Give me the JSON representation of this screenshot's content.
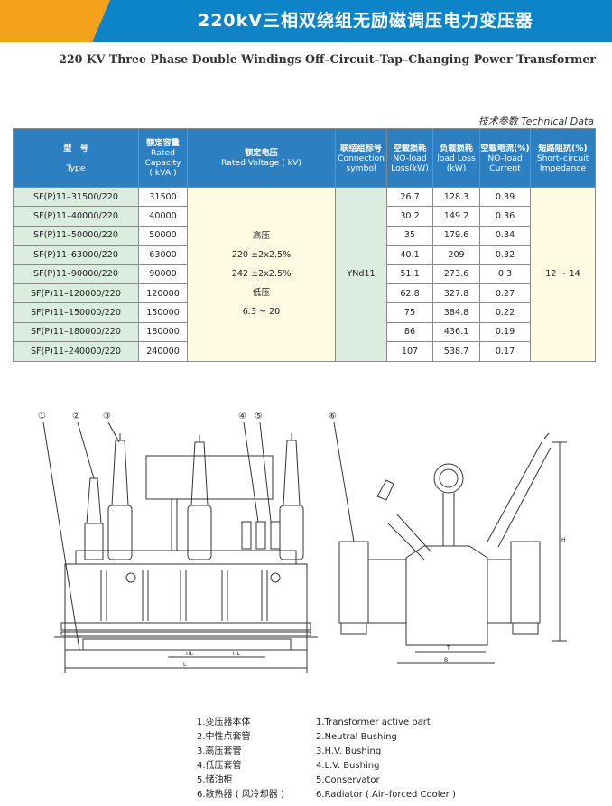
{
  "header": {
    "title_cn": "220kV三相双绕组无励磁调压电力变压器",
    "title_en": "220 KV Three Phase Double Windings Off–Circuit–Tap–Changing Power Transformer",
    "technical_data": "技术参数  Technical Data"
  },
  "table": {
    "headers": {
      "type_cn": "型　号",
      "type_en": "Type",
      "capacity_cn": "额定容量",
      "capacity_en1": "Rated",
      "capacity_en2": "Capacity",
      "capacity_en3": "( kVA )",
      "voltage_cn": "额定电压",
      "voltage_en": "Rated Voltage ( kV)",
      "connection_cn": "联结组标号",
      "connection_en1": "Connection",
      "connection_en2": "symbol",
      "noload_cn": "空载损耗",
      "noload_en1": "NO-load",
      "noload_en2": "Loss(kW)",
      "load_cn": "负载损耗",
      "load_en1": "load Loss",
      "load_en2": "(kW)",
      "current_cn": "空载电流(%)",
      "current_en1": "NO–load",
      "current_en2": "Current",
      "impedance_cn": "短路阻抗(%)",
      "impedance_en1": "Short–circuit",
      "impedance_en2": "Impedance"
    },
    "rows": [
      {
        "type": "SF(P)11–31500/220",
        "capacity": "31500",
        "noload": "26.7",
        "load": "128.3",
        "current": "0.39"
      },
      {
        "type": "SF(P)11–40000/220",
        "capacity": "40000",
        "noload": "30.2",
        "load": "149.2",
        "current": "0.36"
      },
      {
        "type": "SF(P)11–50000/220",
        "capacity": "50000",
        "noload": "35",
        "load": "179.6",
        "current": "0.34"
      },
      {
        "type": "SF(P)11–63000/220",
        "capacity": "63000",
        "noload": "40.1",
        "load": "209",
        "current": "0.32"
      },
      {
        "type": "SF(P)11–90000/220",
        "capacity": "90000",
        "noload": "51.1",
        "load": "273.6",
        "current": "0.3"
      },
      {
        "type": "SF(P)11–120000/220",
        "capacity": "120000",
        "noload": "62.8",
        "load": "327.8",
        "current": "0.27"
      },
      {
        "type": "SF(P)11–150000/220",
        "capacity": "150000",
        "noload": "75",
        "load": "384.8",
        "current": "0.22"
      },
      {
        "type": "SF(P)11–180000/220",
        "capacity": "180000",
        "noload": "86",
        "load": "436.1",
        "current": "0.19"
      },
      {
        "type": "SF(P)11–240000/220",
        "capacity": "240000",
        "noload": "107",
        "load": "538.7",
        "current": "0.17"
      }
    ],
    "voltage_lines": [
      "高压",
      "220 ±2x2.5%",
      "242 ±2x2.5%",
      "低压",
      "6.3 ~ 20"
    ],
    "connection": "YNd11",
    "impedance": "12 ~ 14"
  },
  "drawing": {
    "callouts": [
      "①",
      "②",
      "③",
      "④",
      "⑤",
      "⑥"
    ],
    "dims": {
      "hl": "HL",
      "l": "L",
      "t": "T",
      "b": "B",
      "h": "H"
    }
  },
  "legend": {
    "cn": [
      "1.变压器本体",
      "2.中性点套管",
      "3.高压套管",
      "4.低压套管",
      "5.储油柜",
      "6.散热器 ( 风冷却器 )"
    ],
    "en": [
      "1.Transformer active part",
      "2.Neutral Bushing",
      "3.H.V. Bushing",
      "4.L.V. Bushing",
      "5.Conservator",
      "6.Radiator ( Air–forced Cooler )"
    ]
  }
}
